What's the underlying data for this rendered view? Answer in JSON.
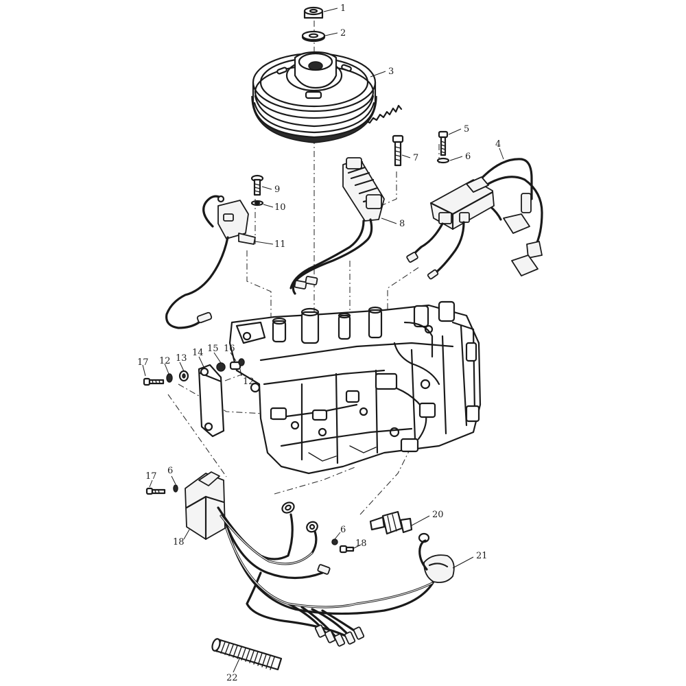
{
  "callouts": [
    {
      "id": "c1",
      "text": "1"
    },
    {
      "id": "c2",
      "text": "2"
    },
    {
      "id": "c3",
      "text": "3"
    },
    {
      "id": "c4",
      "text": "4"
    },
    {
      "id": "c5",
      "text": "5"
    },
    {
      "id": "c6a",
      "text": "6"
    },
    {
      "id": "c7",
      "text": "7"
    },
    {
      "id": "c8",
      "text": "8"
    },
    {
      "id": "c9",
      "text": "9"
    },
    {
      "id": "c10",
      "text": "10"
    },
    {
      "id": "c11",
      "text": "11"
    },
    {
      "id": "c12a",
      "text": "12"
    },
    {
      "id": "c12b",
      "text": "12"
    },
    {
      "id": "c13",
      "text": "13"
    },
    {
      "id": "c14",
      "text": "14"
    },
    {
      "id": "c15",
      "text": "15"
    },
    {
      "id": "c16",
      "text": "16"
    },
    {
      "id": "c17a",
      "text": "17"
    },
    {
      "id": "c17b",
      "text": "17"
    },
    {
      "id": "c6b",
      "text": "6"
    },
    {
      "id": "c18a",
      "text": "18"
    },
    {
      "id": "c6c",
      "text": "6"
    },
    {
      "id": "c18b",
      "text": "18"
    },
    {
      "id": "c20",
      "text": "20"
    },
    {
      "id": "c21",
      "text": "21"
    },
    {
      "id": "c22",
      "text": "22"
    }
  ]
}
